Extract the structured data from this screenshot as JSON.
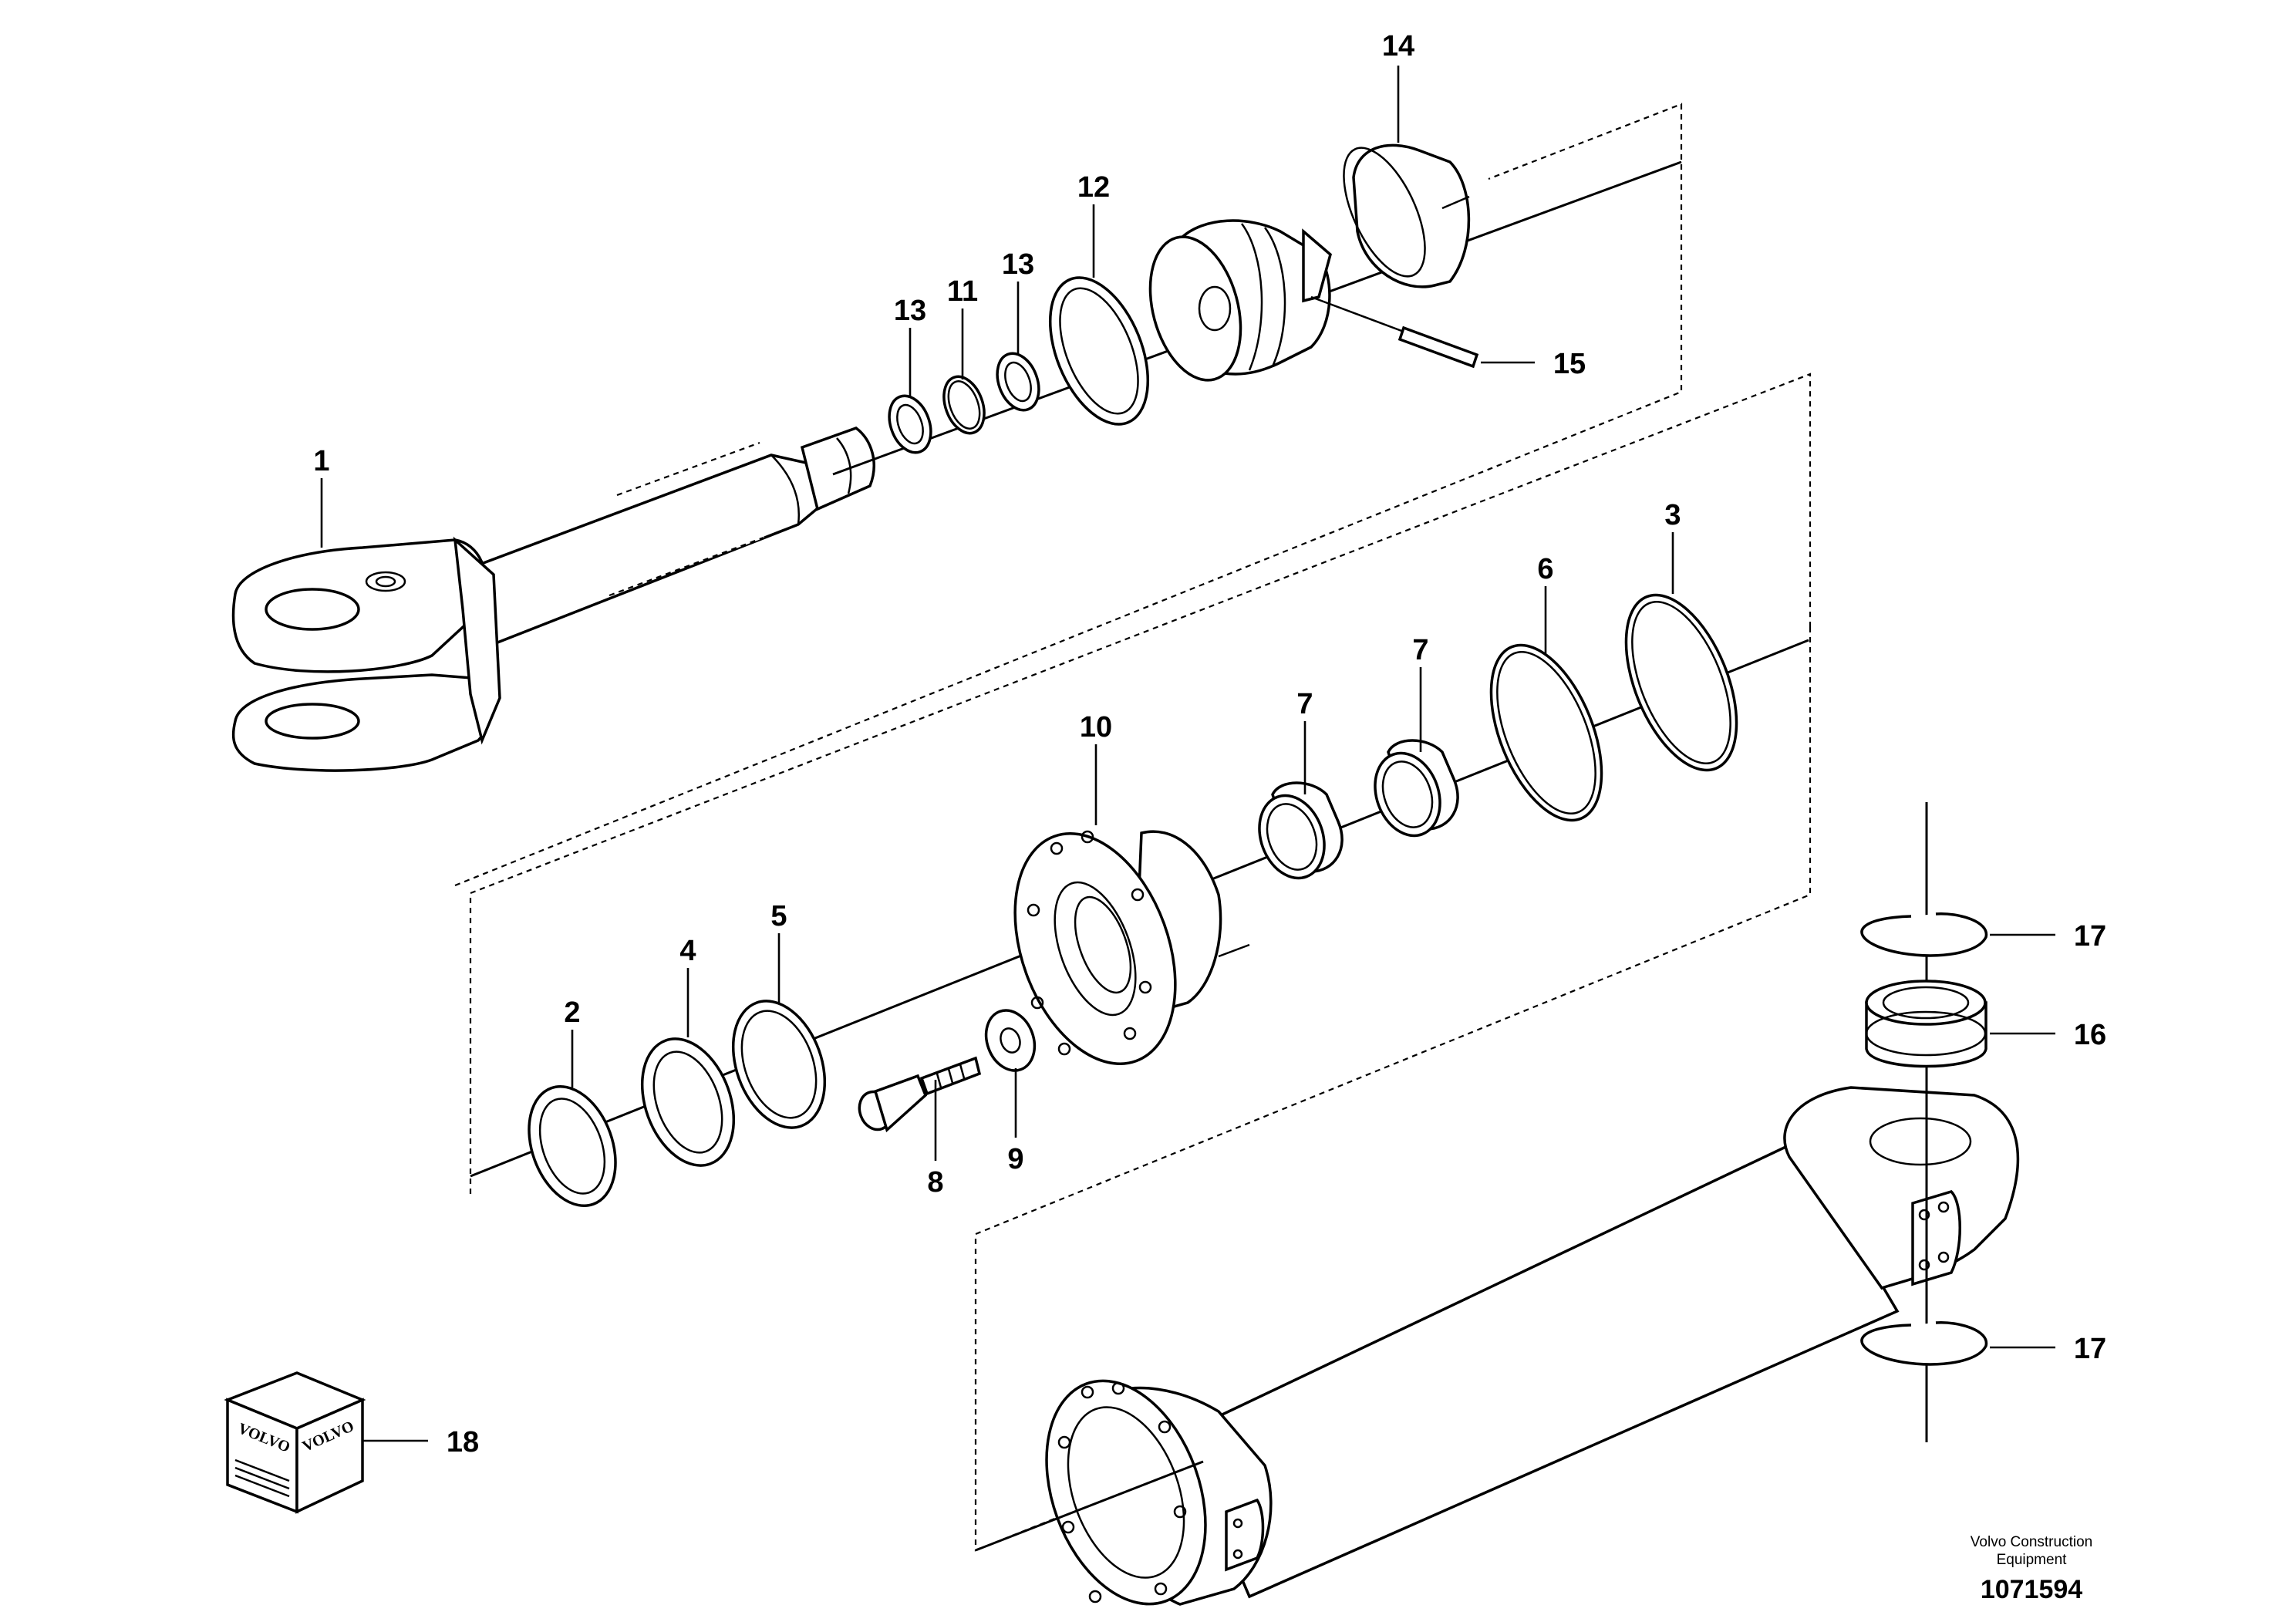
{
  "callouts": [
    {
      "id": "c1",
      "label": "1"
    },
    {
      "id": "c2",
      "label": "2"
    },
    {
      "id": "c3",
      "label": "3"
    },
    {
      "id": "c4",
      "label": "4"
    },
    {
      "id": "c5",
      "label": "5"
    },
    {
      "id": "c6",
      "label": "6"
    },
    {
      "id": "c7a",
      "label": "7"
    },
    {
      "id": "c7b",
      "label": "7"
    },
    {
      "id": "c8",
      "label": "8"
    },
    {
      "id": "c9",
      "label": "9"
    },
    {
      "id": "c10",
      "label": "10"
    },
    {
      "id": "c11",
      "label": "11"
    },
    {
      "id": "c12",
      "label": "12"
    },
    {
      "id": "c13a",
      "label": "13"
    },
    {
      "id": "c13b",
      "label": "13"
    },
    {
      "id": "c14",
      "label": "14"
    },
    {
      "id": "c15",
      "label": "15"
    },
    {
      "id": "c16",
      "label": "16"
    },
    {
      "id": "c17a",
      "label": "17"
    },
    {
      "id": "c17b",
      "label": "17"
    },
    {
      "id": "c18",
      "label": "18"
    }
  ],
  "kit_box": {
    "brand_left": "VOLVO",
    "brand_right": "VOLVO"
  },
  "footer": {
    "brand_line1": "Volvo Construction",
    "brand_line2": "Equipment",
    "doc_number": "1071594"
  }
}
